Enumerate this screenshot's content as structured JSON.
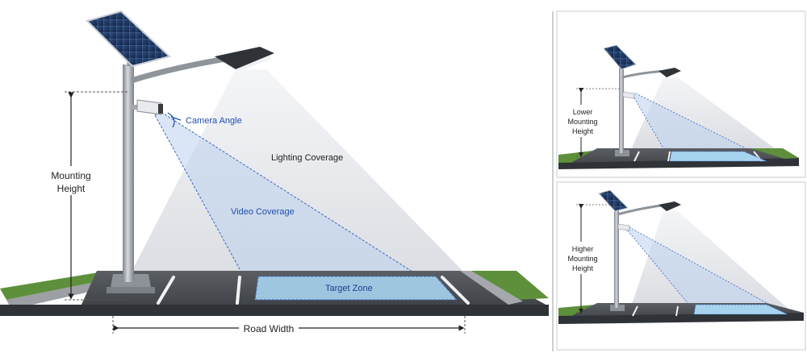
{
  "main": {
    "camera_angle": "Camera Angle",
    "lighting_coverage": "Lighting Coverage",
    "video_coverage": "Video Coverage",
    "target_zone": "Target Zone",
    "mounting_height": [
      "Mounting",
      "Height"
    ],
    "road_width": "Road Width"
  },
  "inset_top": {
    "label": [
      "Lower",
      "Mounting",
      "Height"
    ]
  },
  "inset_bottom": {
    "label": [
      "Higher",
      "Mounting",
      "Height"
    ]
  },
  "colors": {
    "light_cone": "#e4e6ea",
    "video_cone": "#bcd2ee",
    "target_zone": "#a7d3ee",
    "road": "#52565b",
    "grass": "#5e8f3a",
    "pole": "#9aa0a6",
    "annotation_blue": "#1f4fb0",
    "text": "#222222"
  }
}
